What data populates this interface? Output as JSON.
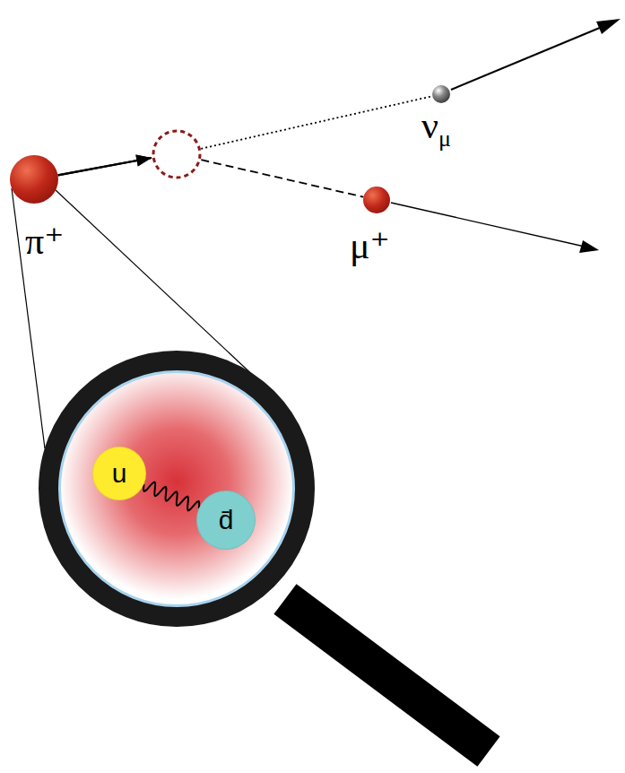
{
  "diagram": {
    "nodes": [
      {
        "text": [
          "π⁺"
        ]
      },
      {
        "text": [
          "νμ"
        ]
      },
      {
        "text": [
          "μ⁺"
        ]
      },
      {
        "text": [
          "u"
        ]
      },
      {
        "text": [
          "d̄"
        ]
      }
    ],
    "edges": [
      {
        "from": 0,
        "to": 1,
        "arrow": "to"
      },
      {
        "from": 0,
        "to": 2,
        "arrow": "to"
      },
      {
        "from": 3,
        "to": 4,
        "arrow": "none"
      }
    ]
  }
}
